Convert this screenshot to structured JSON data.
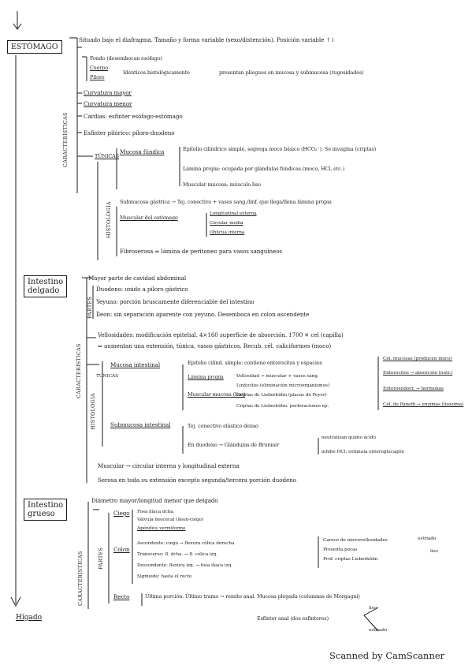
{
  "sections": {
    "estomago": {
      "title": "ESTÓMAGO",
      "label": "CARACTERÍSTICAS",
      "situacion": "Situado bajo el diafragma. Tamaño y forma variable (sexo/distención). Posición variable ↑↓",
      "partes": [
        "Fondo (desembocan esófago)",
        "Cuerpo",
        "Píloro"
      ],
      "identicos": "Idénticos histológicamente",
      "pliegues": "presentan pliegues en mucosa y submucosa (rugosidades)",
      "curvatura_mayor": "Curvatura mayor",
      "curvatura_menor": "Curvatura menor",
      "cardias": "Cardias: esfínter esófago-estómago",
      "esfinter_pilorico": "Esfínter pilórico: píloro-duodeno",
      "tunicas_label": "TÚNICAS",
      "histologia_label": "HISTOLOGÍA",
      "mucosa": "Mucosa fúndica",
      "epitelio": "Epitelio cilíndrico simple, segrega moco básico (HCO₃⁻). Se invagina (criptas)",
      "lamina": "Lámina propia: ocupada por glándulas fúndicas (moco, HCl, etc.)",
      "muscular_mucosa": "Muscular mucosa: músculo liso",
      "submucosa": "Submucosa gástrica → Tej. conectivo + vasos sang./linf. que llega/llena lámina propia",
      "muscular_ext": "Muscular del estómago",
      "capas": [
        "Longitudinal externa",
        "Circular media",
        "Oblicua interna"
      ],
      "fibroserosa": "Fibroserosa ⇒ lámina de peritoneo para vasos sanguíneos"
    },
    "delgado": {
      "title_l1": "Intestino",
      "title_l2": "delgado",
      "label": "CARACTERÍSTICAS",
      "partes_label": "PARTES",
      "histologia_label": "HISTOLOGÍA",
      "tunicas_label": "TÚNICAS",
      "mayor_parte": "Mayor parte de cavidad abdominal",
      "duodeno": "Duodeno: unido a píloro gástrico",
      "yeyuno": "Yeyuno: porción bruscamente diferenciable del intestino",
      "ileon": "Íleon: sin separación aparente con yeyuno. Desemboca en colon ascendente",
      "vellosidades": "Vellosidades: modificación epitelial. 4×160 superficie de absorción. 1700 ✕ cel (capilla)",
      "aumentan": "⇒ aumentan una extensión, túnica, vasos gástricos. Recub. cél. caliciformes (moco)",
      "mucosa": "Mucosa intestinal",
      "epitelio": "Epitelio cilínd. simple: contiene enterocitos y espacios",
      "lamina": "Lámina propia",
      "lamina_items": [
        "Vellosidad → muscular + vasos sang.",
        "Linfocitos (eliminación microorganismos)",
        "Criptas de Lieberkühn (placas de Peyer)"
      ],
      "muscular_mucosa": "Muscular mucosa (liso)",
      "criptas": "Criptas de Lieberkühn: perforaciones ep.",
      "celulas": [
        "Cél. mucosas (producen moco)",
        "Enterocitos → absorción (nutr.)",
        "Enteroendocr. → hormonas",
        "Cél. de Paneth → enzimas (lisozima)"
      ],
      "submucosa": "Submucosa intestinal",
      "tej_conectivo": "Tej. conectivo elástico denso",
      "duodeno_glandulas": "En duodeno → Glándulas de Brunner",
      "brunner": [
        "neutralizan quimo ácido",
        "inhibe HCl: estimula enteroglucagón"
      ],
      "muscular": "Muscular → circular interna y longitudinal externa",
      "serosa": "Serosa en toda su extensión excepto segunda/tercera porción duodeno"
    },
    "grueso": {
      "title_l1": "Intestino",
      "title_l2": "grueso",
      "label": "CARACTERÍSTICAS",
      "partes_label": "PARTES",
      "diametro": "Diámetro mayor/longitud menor que delgado",
      "ciego": "Ciego",
      "ciego_items": [
        "Fosa ilíaca dcha.",
        "Válvula ileocecal (íleon-ciego)",
        "Apéndice vermiforme"
      ],
      "colon": "Colon",
      "colon_items": [
        "Ascendente: ciego → flexura cólica derecha",
        "Transverso: fl. dcha. → fl. cólica izq.",
        "Descendente: flexura izq. → fosa ilíaca izq.",
        "Sigmoide: hasta el recto"
      ],
      "carece": [
        "Carece de microvellosidades",
        "Presenta pocas",
        "Prof. criptas Lieberkühn"
      ],
      "recto": "Recto",
      "recto_text": "Última porción. Último tramo → remite anal. Mucosa plegada (columnas de Morgagni)",
      "esfinteres": "Esfínter anal (dos esfínteres)",
      "liso": "liso",
      "estriado": "estriado",
      "estriado2": "estriado",
      "liso2": "liso"
    },
    "higado": "Hígado"
  },
  "footer": "Scanned by CamScanner"
}
